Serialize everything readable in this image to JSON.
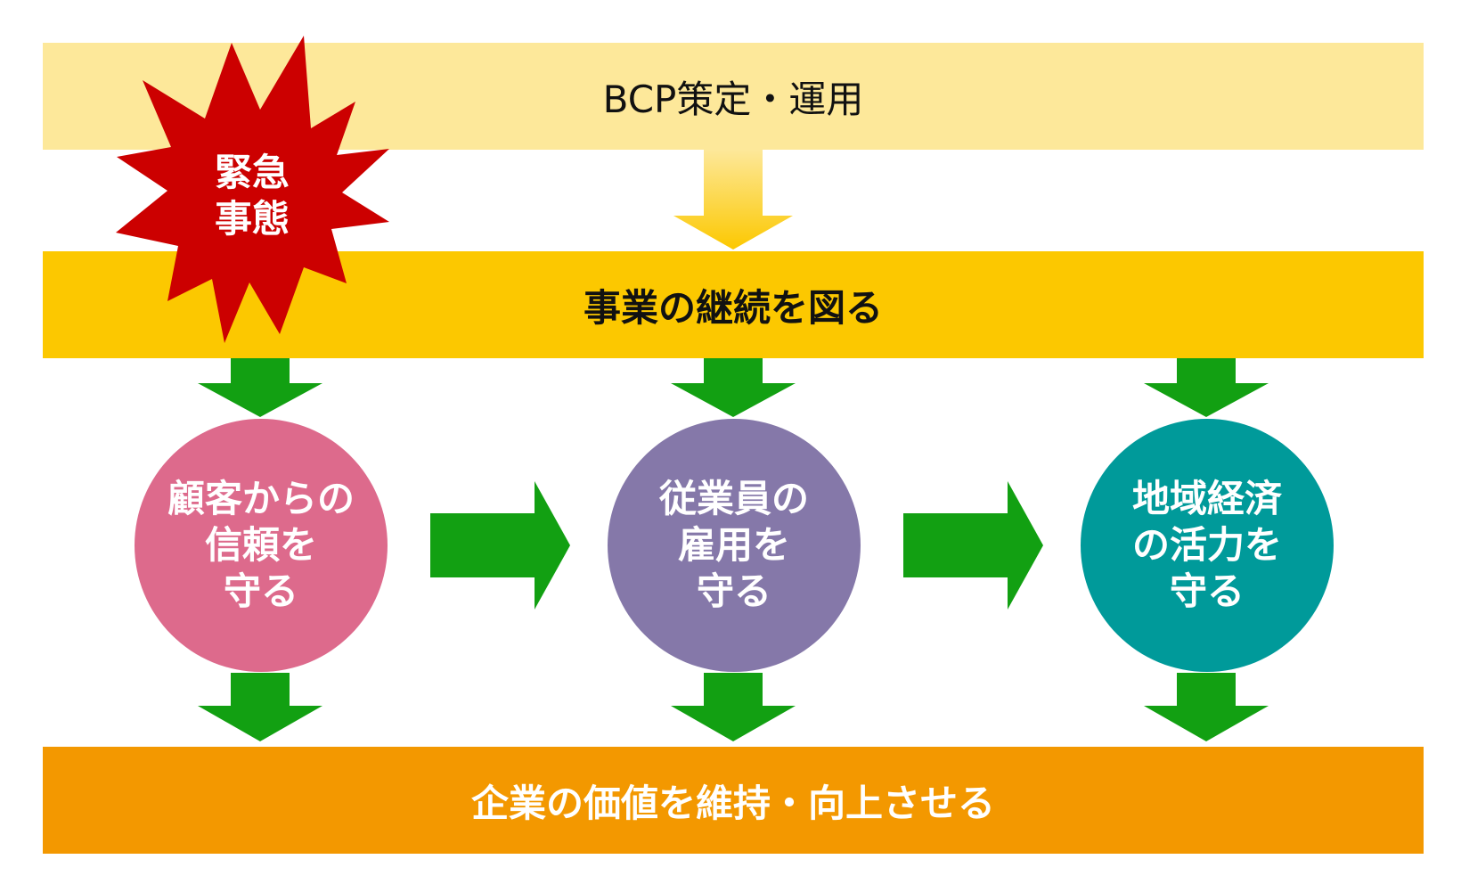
{
  "top_band": {
    "label": "BCP策定・運用"
  },
  "middle_band": {
    "label": "事業の継続を図る"
  },
  "bottom_band": {
    "label": "企業の価値を維持・向上させる"
  },
  "burst": {
    "lines": [
      "緊急",
      "事態"
    ]
  },
  "circles": [
    {
      "lines": [
        "顧客からの",
        "信頼を",
        "守る"
      ]
    },
    {
      "lines": [
        "従業員の",
        "雇用を",
        "守る"
      ]
    },
    {
      "lines": [
        "地域経済",
        "の活力を",
        "守る"
      ]
    }
  ],
  "colors": {
    "top_band": "#FDE89A",
    "middle_band": "#FCC800",
    "bottom_band": "#F39800",
    "burst": "#CC0000",
    "arrow_green": "#12A012",
    "circle_1": "#DD6A8C",
    "circle_2": "#8578A9",
    "circle_3": "#009A9A"
  }
}
